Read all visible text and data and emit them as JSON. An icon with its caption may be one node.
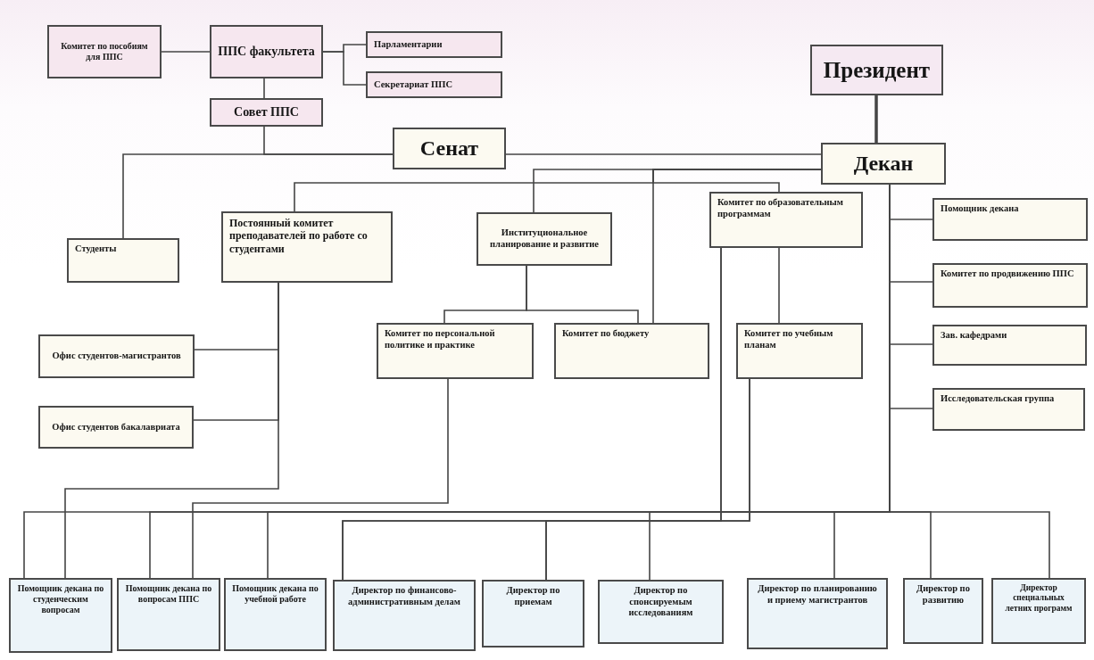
{
  "diagram": {
    "nodes": [
      {
        "text": [
          "Комитет по пособиям для ППС"
        ]
      },
      {
        "text": [
          "ППС факультета"
        ]
      },
      {
        "text": [
          "Парламентарии"
        ]
      },
      {
        "text": [
          "Секретариат ППС"
        ]
      },
      {
        "text": [
          "Совет ППС"
        ]
      },
      {
        "text": [
          "Президент"
        ]
      },
      {
        "text": [
          "Сенат"
        ]
      },
      {
        "text": [
          "Декан"
        ]
      },
      {
        "text": [
          "Студенты"
        ]
      },
      {
        "text": [
          "Постоянный комитет преподавателей по работе со студентами"
        ]
      },
      {
        "text": [
          "Институциональное планирование и развитие"
        ]
      },
      {
        "text": [
          "Комитет по образовательным программам"
        ]
      },
      {
        "text": [
          "Помощник декана"
        ]
      },
      {
        "text": [
          "Комитет по продвижению ППС"
        ]
      },
      {
        "text": [
          "Офис студентов-магистрантов"
        ]
      },
      {
        "text": [
          "Офис студентов бакалавриата"
        ]
      },
      {
        "text": [
          "Комитет по персональной политике и практике"
        ]
      },
      {
        "text": [
          "Комитет по бюджету"
        ]
      },
      {
        "text": [
          "Комитет по учебным планам"
        ]
      },
      {
        "text": [
          "Зав. кафедрами"
        ]
      },
      {
        "text": [
          "Исследовательская группа"
        ]
      },
      {
        "text": [
          "Помощник декана по студенческим вопросам"
        ]
      },
      {
        "text": [
          "Помощник декана по вопросам ППС"
        ]
      },
      {
        "text": [
          "Помощник декана по учебной работе"
        ]
      },
      {
        "text": [
          "Директор по финансово-административным делам"
        ]
      },
      {
        "text": [
          "Директор по приемам"
        ]
      },
      {
        "text": [
          "Директор по спонсируемым исследованиям"
        ]
      },
      {
        "text": [
          "Директор по планированию и приему магистрантов"
        ]
      },
      {
        "text": [
          "Директор по развитию"
        ]
      },
      {
        "text": [
          "Директор специальных летних программ"
        ]
      }
    ],
    "edges": [
      {
        "from": 0,
        "to": 1,
        "arrow": "none"
      },
      {
        "from": 1,
        "to": 2,
        "arrow": "none"
      },
      {
        "from": 1,
        "to": 3,
        "arrow": "none"
      },
      {
        "from": 1,
        "to": 4,
        "arrow": "none"
      },
      {
        "from": 4,
        "to": 6,
        "arrow": "none"
      },
      {
        "from": 6,
        "to": 8,
        "arrow": "none"
      },
      {
        "from": 6,
        "to": 7,
        "arrow": "none"
      },
      {
        "from": 5,
        "to": 7,
        "arrow": "none",
        "style": "thick"
      },
      {
        "from": 7,
        "to": 9,
        "arrow": "none"
      },
      {
        "from": 7,
        "to": 10,
        "arrow": "none"
      },
      {
        "from": 7,
        "to": 11,
        "arrow": "none"
      },
      {
        "from": 7,
        "to": 17,
        "arrow": "none"
      },
      {
        "from": 10,
        "to": 16,
        "arrow": "none"
      },
      {
        "from": 10,
        "to": 17,
        "arrow": "none"
      },
      {
        "from": 11,
        "to": 18,
        "arrow": "none"
      },
      {
        "from": 7,
        "to": 12,
        "arrow": "none"
      },
      {
        "from": 7,
        "to": 13,
        "arrow": "none"
      },
      {
        "from": 7,
        "to": 19,
        "arrow": "none"
      },
      {
        "from": 7,
        "to": 20,
        "arrow": "none"
      },
      {
        "from": 9,
        "to": 14,
        "arrow": "none"
      },
      {
        "from": 9,
        "to": 15,
        "arrow": "none"
      },
      {
        "from": 9,
        "to": 21,
        "arrow": "none"
      },
      {
        "from": 16,
        "to": 22,
        "arrow": "none"
      },
      {
        "from": 7,
        "to": 21,
        "arrow": "none"
      },
      {
        "from": 7,
        "to": 22,
        "arrow": "none"
      },
      {
        "from": 7,
        "to": 23,
        "arrow": "none"
      },
      {
        "from": 7,
        "to": 26,
        "arrow": "none"
      },
      {
        "from": 7,
        "to": 27,
        "arrow": "none"
      },
      {
        "from": 7,
        "to": 28,
        "arrow": "none"
      },
      {
        "from": 7,
        "to": 29,
        "arrow": "none"
      },
      {
        "from": 11,
        "to": 24,
        "arrow": "none"
      },
      {
        "from": 11,
        "to": 25,
        "arrow": "none"
      },
      {
        "from": 18,
        "to": 24,
        "arrow": "none"
      },
      {
        "from": 18,
        "to": 25,
        "arrow": "none"
      }
    ]
  }
}
